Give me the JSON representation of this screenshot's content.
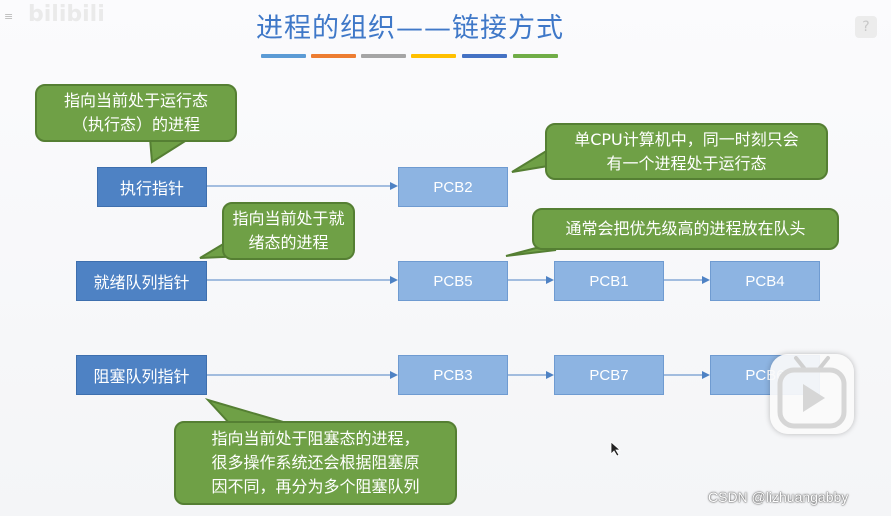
{
  "slide": {
    "title": "进程的组织——链接方式",
    "accent_colors": [
      "#5b9bd5",
      "#ed7d31",
      "#a5a5a5",
      "#ffc000",
      "#4472c4",
      "#70ad47"
    ]
  },
  "pointers": {
    "running": "执行指针",
    "ready": "就绪队列指针",
    "blocked": "阻塞队列指针"
  },
  "queues": {
    "running": [
      "PCB2"
    ],
    "ready": [
      "PCB5",
      "PCB1",
      "PCB4"
    ],
    "blocked": [
      "PCB3",
      "PCB7",
      "PCB6"
    ]
  },
  "callouts": {
    "running_pointer": "指向当前处于运行态\n（执行态）的进程",
    "single_cpu": "单CPU计算机中，同一时刻只会\n有一个进程处于运行态",
    "ready_pointer": "指向当前处于就\n绪态的进程",
    "priority": "通常会把优先级高的进程放在队头",
    "blocked_pointer": "指向当前处于阻塞态的进程，\n很多操作系统还会根据阻塞原\n因不同，再分为多个阻塞队列"
  },
  "overlay": {
    "logo_text": "bilibili",
    "watermark": "CSDN @lizhuangabby",
    "help_icon": "?",
    "play_icon": "play-icon"
  }
}
